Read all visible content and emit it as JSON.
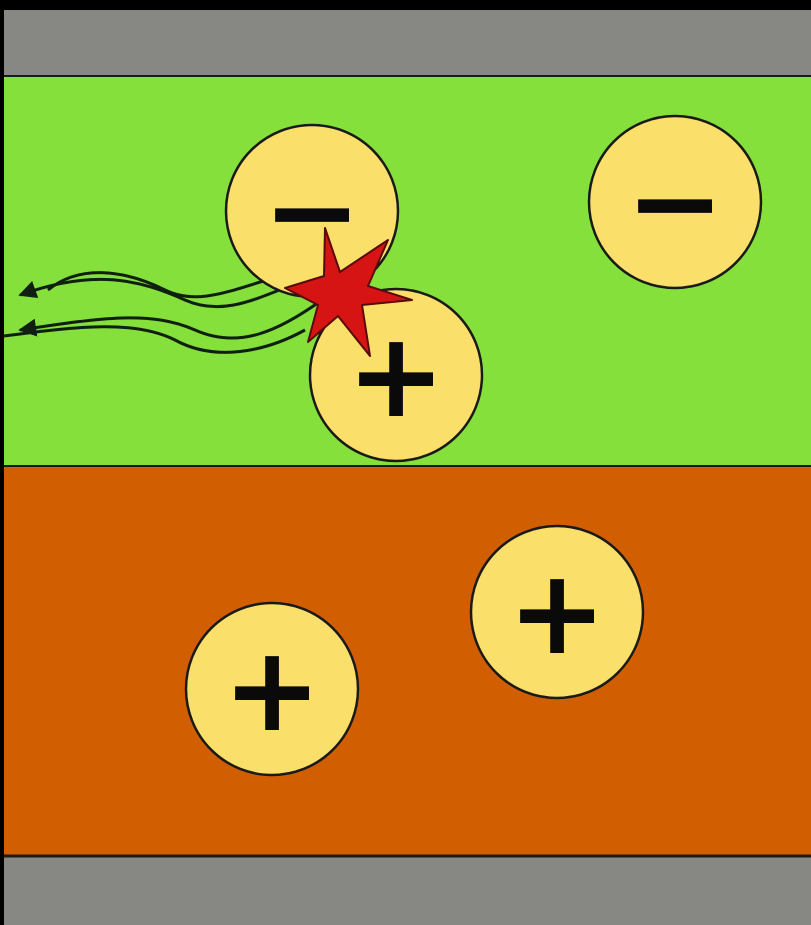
{
  "colors": {
    "background": "#000000",
    "electrode": "#878783",
    "n_type_region": "#85E03C",
    "p_type_region": "#D15E00",
    "carrier_fill": "#FAE06B",
    "recombination_star": "#D61414",
    "emission_wave": "#102010",
    "outline": "#1A1A1A"
  },
  "layers": [
    {
      "name": "top-electrode",
      "kind": "electrode"
    },
    {
      "name": "n-type-region",
      "kind": "semiconductor"
    },
    {
      "name": "p-type-region",
      "kind": "semiconductor"
    },
    {
      "name": "bottom-electrode",
      "kind": "electrode"
    }
  ],
  "carriers": [
    {
      "name": "electron",
      "charge": "−",
      "region": "n-type-region",
      "state": "recombining"
    },
    {
      "name": "electron",
      "charge": "−",
      "region": "n-type-region",
      "state": "free"
    },
    {
      "name": "hole",
      "charge": "+",
      "region": "n-type-region",
      "state": "recombining"
    },
    {
      "name": "hole",
      "charge": "+",
      "region": "p-type-region",
      "state": "free"
    },
    {
      "name": "hole",
      "charge": "+",
      "region": "p-type-region",
      "state": "free"
    }
  ],
  "recombination": {
    "icon": "burst-star-icon"
  },
  "emission": {
    "icon": "photon-wave-icon",
    "count": 2,
    "direction": "left"
  }
}
